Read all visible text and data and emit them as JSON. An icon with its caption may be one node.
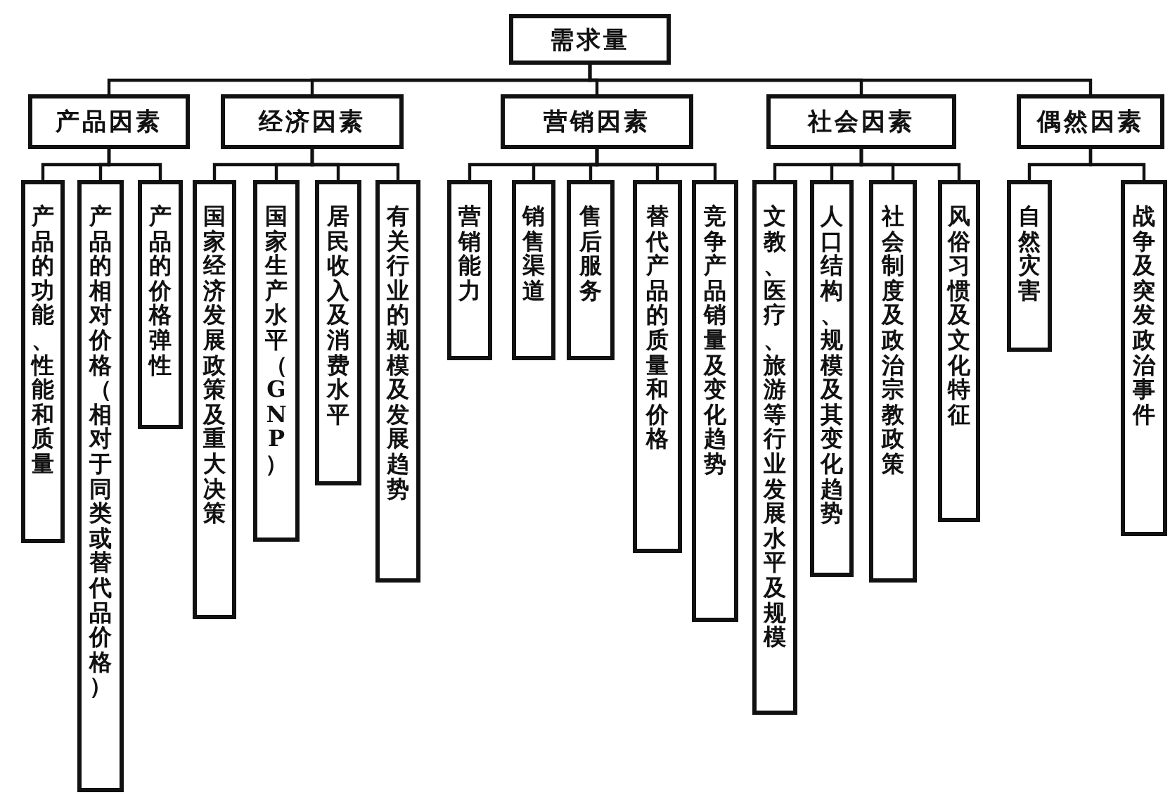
{
  "diagram": {
    "nodes": [
      {
        "text": [
          "需求量"
        ]
      },
      {
        "text": [
          "产品因素"
        ]
      },
      {
        "text": [
          "经济因素"
        ]
      },
      {
        "text": [
          "营销因素"
        ]
      },
      {
        "text": [
          "社会因素"
        ]
      },
      {
        "text": [
          "偶然因素"
        ]
      },
      {
        "text": [
          "产品的功能、性能和质量"
        ]
      },
      {
        "text": [
          "产品的相对价格（相对于同类或替代品价格）"
        ]
      },
      {
        "text": [
          "产品的价格弹性"
        ]
      },
      {
        "text": [
          "国家经济发展政策及重大决策"
        ]
      },
      {
        "text": [
          "国家生产水平（GNP）"
        ]
      },
      {
        "text": [
          "居民收入及消费水平"
        ]
      },
      {
        "text": [
          "有关行业的规模及发展趋势"
        ]
      },
      {
        "text": [
          "营销能力"
        ]
      },
      {
        "text": [
          "销售渠道"
        ]
      },
      {
        "text": [
          "售后服务"
        ]
      },
      {
        "text": [
          "替代产品的质量和价格"
        ]
      },
      {
        "text": [
          "竞争产品销量及变化趋势"
        ]
      },
      {
        "text": [
          "文教、医疗、旅游等行业发展水平及规模"
        ]
      },
      {
        "text": [
          "人口结构、规模及其变化趋势"
        ]
      },
      {
        "text": [
          "社会制度及政治宗教政策"
        ]
      },
      {
        "text": [
          "风俗习惯及文化特征"
        ]
      },
      {
        "text": [
          "自然灾害"
        ]
      },
      {
        "text": [
          "战争及突发政治事件"
        ]
      }
    ],
    "edges": [
      {
        "from": 0,
        "to": 1,
        "arrow": "none"
      },
      {
        "from": 0,
        "to": 2,
        "arrow": "none"
      },
      {
        "from": 0,
        "to": 3,
        "arrow": "none"
      },
      {
        "from": 0,
        "to": 4,
        "arrow": "none"
      },
      {
        "from": 0,
        "to": 5,
        "arrow": "none"
      },
      {
        "from": 1,
        "to": 6,
        "arrow": "none"
      },
      {
        "from": 1,
        "to": 7,
        "arrow": "none"
      },
      {
        "from": 1,
        "to": 8,
        "arrow": "none"
      },
      {
        "from": 2,
        "to": 9,
        "arrow": "none"
      },
      {
        "from": 2,
        "to": 10,
        "arrow": "none"
      },
      {
        "from": 2,
        "to": 11,
        "arrow": "none"
      },
      {
        "from": 2,
        "to": 12,
        "arrow": "none"
      },
      {
        "from": 3,
        "to": 13,
        "arrow": "none"
      },
      {
        "from": 3,
        "to": 14,
        "arrow": "none"
      },
      {
        "from": 3,
        "to": 15,
        "arrow": "none"
      },
      {
        "from": 3,
        "to": 16,
        "arrow": "none"
      },
      {
        "from": 3,
        "to": 17,
        "arrow": "none"
      },
      {
        "from": 4,
        "to": 18,
        "arrow": "none"
      },
      {
        "from": 4,
        "to": 19,
        "arrow": "none"
      },
      {
        "from": 4,
        "to": 20,
        "arrow": "none"
      },
      {
        "from": 4,
        "to": 21,
        "arrow": "none"
      },
      {
        "from": 5,
        "to": 22,
        "arrow": "none"
      },
      {
        "from": 5,
        "to": 23,
        "arrow": "none"
      }
    ]
  }
}
